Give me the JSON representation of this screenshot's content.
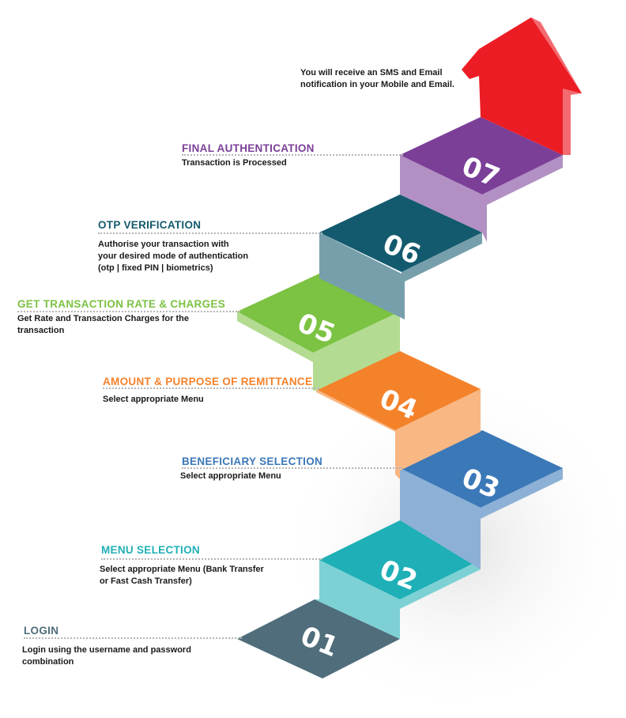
{
  "notification": "You will receive an SMS and Email\nnotification in your Mobile and Email.",
  "steps": [
    {
      "number": "01",
      "title": "LOGIN",
      "desc": "Login using the username and password\ncombination",
      "color": "#4f6d7a"
    },
    {
      "number": "02",
      "title": "MENU SELECTION",
      "desc": "Select appropriate Menu (Bank Transfer\nor  Fast Cash Transfer)",
      "color": "#1eb0b6"
    },
    {
      "number": "03",
      "title": "BENEFICIARY SELECTION",
      "desc": "Select appropriate Menu",
      "color": "#3b78b8"
    },
    {
      "number": "04",
      "title": "AMOUNT & PURPOSE OF REMITTANCE",
      "desc": "Select appropriate Menu",
      "color": "#f4822a"
    },
    {
      "number": "05",
      "title": "GET TRANSACTION RATE & CHARGES",
      "desc": "Get Rate and Transaction Charges for the\ntransaction",
      "color": "#7cc243"
    },
    {
      "number": "06",
      "title": "OTP VERIFICATION",
      "desc": "Authorise your transaction with\nyour desired mode of authentication\n(otp | fixed PIN | biometrics)",
      "color": "#135a6e"
    },
    {
      "number": "07",
      "title": "FINAL AUTHENTICATION",
      "desc": "Transaction is Processed",
      "color": "#7b3f98"
    }
  ],
  "arrow_color": "#ec1c24"
}
